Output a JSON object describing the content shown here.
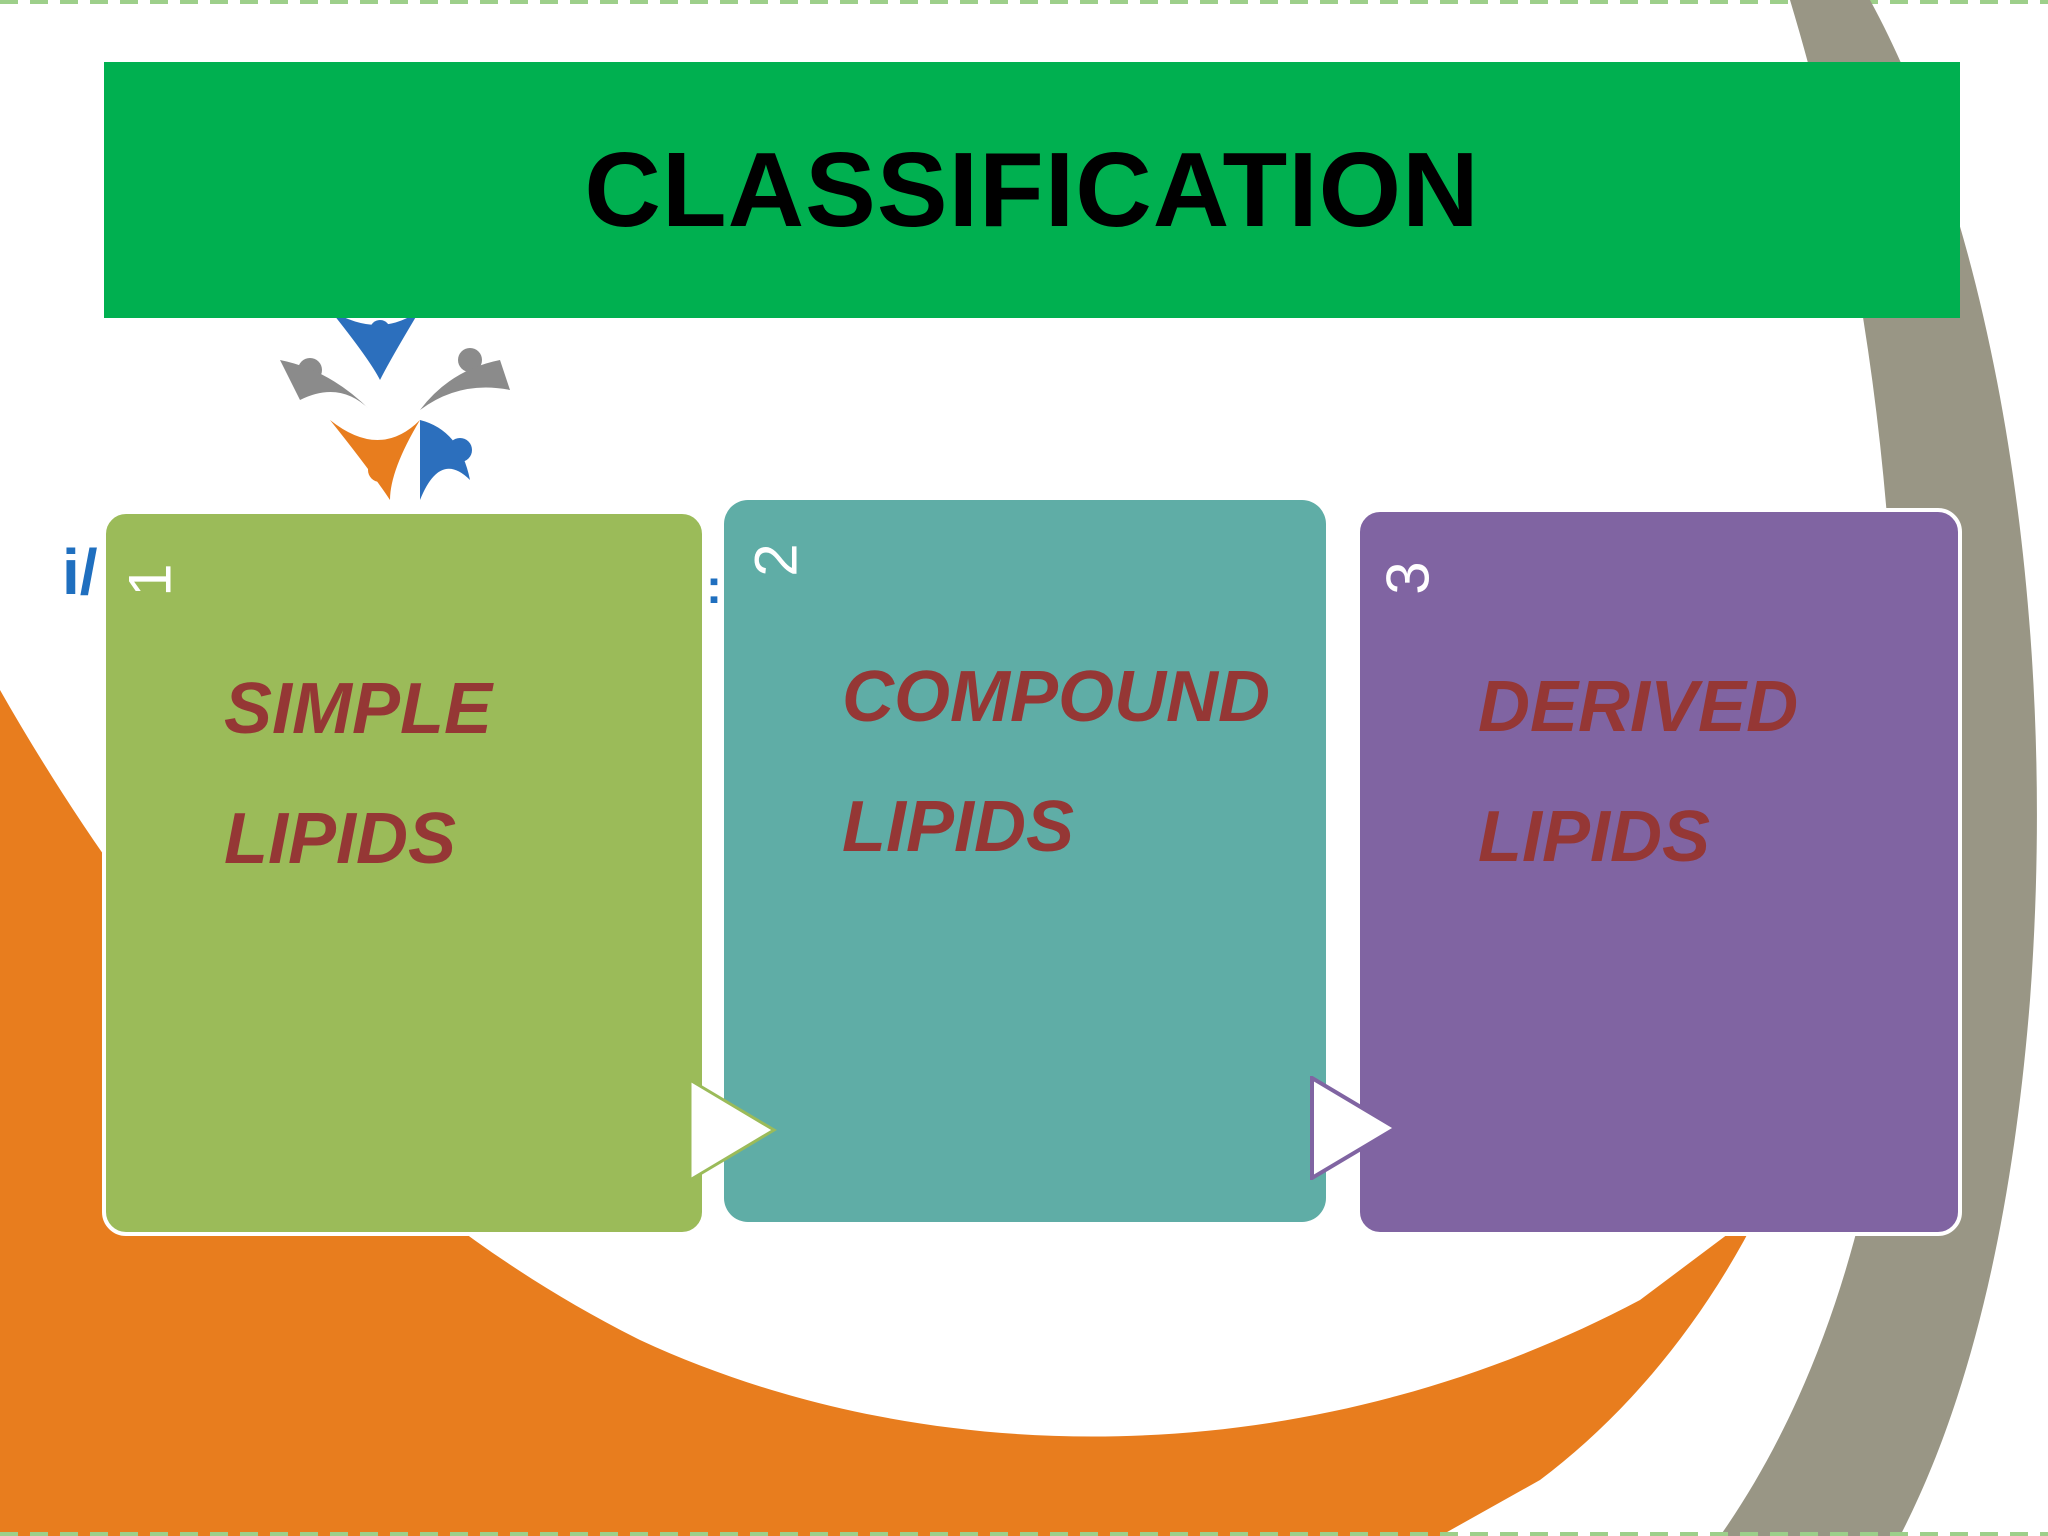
{
  "slide": {
    "title": "CLASSIFICATION"
  },
  "background": {
    "logo_partial_left": "i/",
    "logo_partial_right": ":"
  },
  "cards": [
    {
      "number": "1",
      "line1": "SIMPLE",
      "line2": "LIPIDS",
      "color": "#9bbb59"
    },
    {
      "number": "2",
      "line1": "COMPOUND",
      "line2": "LIPIDS",
      "color": "#5fada6"
    },
    {
      "number": "3",
      "line1": "DERIVED",
      "line2": "LIPIDS",
      "color": "#8064a2"
    }
  ],
  "colors": {
    "title_bar": "#00b050",
    "label_text": "#953735",
    "decor_orange": "#e87d1e",
    "decor_gray": "#999685"
  }
}
